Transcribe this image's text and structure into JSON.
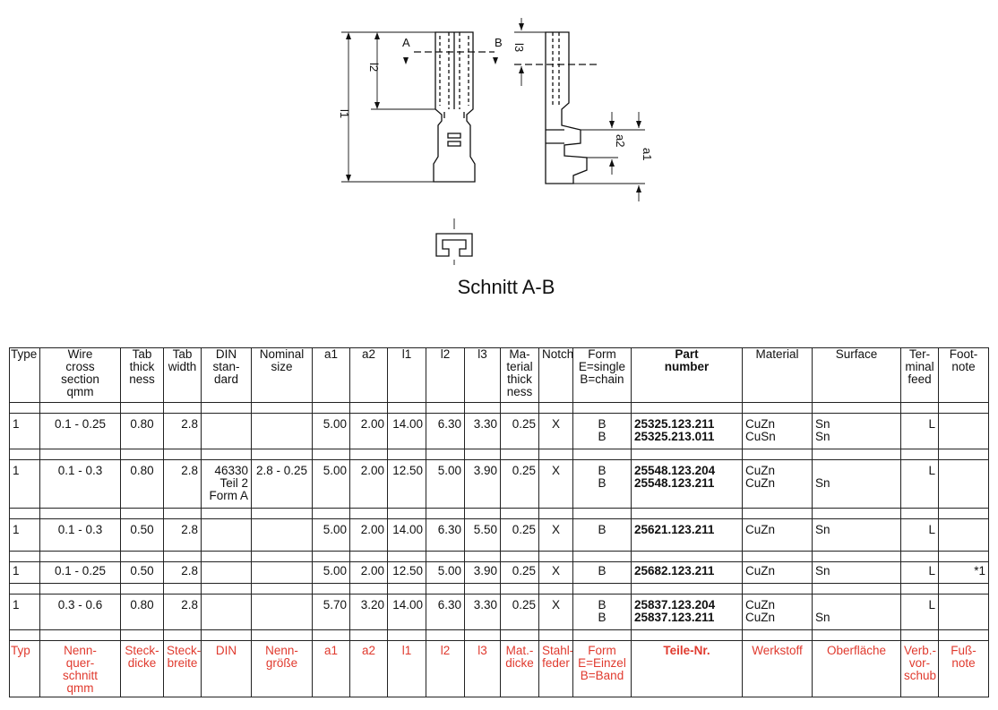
{
  "drawing": {
    "labels": {
      "A": "A",
      "B": "B",
      "l1": "l1",
      "l2": "l2",
      "l3": "l3",
      "a1": "a1",
      "a2": "a2"
    },
    "caption": "Schnitt A-B"
  },
  "table": {
    "header_en": [
      "Type",
      "Wire\ncross\nsection\nqmm",
      "Tab\nthick\nness",
      "Tab\nwidth",
      "DIN\nstan-\ndard",
      "Nominal\nsize",
      "a1",
      "a2",
      "l1",
      "l2",
      "l3",
      "Ma-\nterial\nthick\nness",
      "Notch",
      "Form\nE=single\nB=chain",
      "Part\nnumber",
      "Material",
      "Surface",
      "Ter-\nminal\nfeed",
      "Foot-\nnote"
    ],
    "header_de": [
      "Typ",
      "Nenn-\nquer-\nschnitt\nqmm",
      "Steck-\ndicke",
      "Steck-\nbreite",
      "DIN",
      "Nenn-\ngröße",
      "a1",
      "a2",
      "l1",
      "l2",
      "l3",
      "Mat.-\ndicke",
      "Stahl-\nfeder",
      "Form\nE=Einzel\nB=Band",
      "Teile-Nr.",
      "Werkstoff",
      "Oberfläche",
      "Verb.-\nvor-\nschub",
      "Fuß-\nnote"
    ],
    "rows": [
      {
        "type": "1",
        "wire": "0.1 - 0.25",
        "thick": "0.80",
        "width": "2.8",
        "din": "",
        "nominal": "",
        "a1": "5.00",
        "a2": "2.00",
        "l1": "14.00",
        "l2": "6.30",
        "l3": "3.30",
        "mat": "0.25",
        "notch": "X",
        "form": "B\nB",
        "part": "25325.123.211\n25325.213.011",
        "material": "CuZn\nCuSn",
        "surface": "Sn\nSn",
        "feed": "L",
        "foot": ""
      },
      {
        "type": "1",
        "wire": "0.1 - 0.3",
        "thick": "0.80",
        "width": "2.8",
        "din": "46330\nTeil 2\nForm A",
        "nominal": "2.8 - 0.25",
        "a1": "5.00",
        "a2": "2.00",
        "l1": "12.50",
        "l2": "5.00",
        "l3": "3.90",
        "mat": "0.25",
        "notch": "X",
        "form": "B\nB",
        "part": "25548.123.204\n25548.123.211",
        "material": "CuZn\nCuZn",
        "surface": "\nSn",
        "feed": "L",
        "foot": ""
      },
      {
        "type": "1",
        "wire": "0.1 - 0.3",
        "thick": "0.50",
        "width": "2.8",
        "din": "",
        "nominal": "",
        "a1": "5.00",
        "a2": "2.00",
        "l1": "14.00",
        "l2": "6.30",
        "l3": "5.50",
        "mat": "0.25",
        "notch": "X",
        "form": "B",
        "part": "25621.123.211",
        "material": "CuZn",
        "surface": "Sn",
        "feed": "L",
        "foot": ""
      },
      {
        "type": "1",
        "wire": "0.1 - 0.25",
        "thick": "0.50",
        "width": "2.8",
        "din": "",
        "nominal": "",
        "a1": "5.00",
        "a2": "2.00",
        "l1": "12.50",
        "l2": "5.00",
        "l3": "3.90",
        "mat": "0.25",
        "notch": "X",
        "form": "B",
        "part": "25682.123.211",
        "material": "CuZn",
        "surface": "Sn",
        "feed": "L",
        "foot": "*1"
      },
      {
        "type": "1",
        "wire": "0.3 - 0.6",
        "thick": "0.80",
        "width": "2.8",
        "din": "",
        "nominal": "",
        "a1": "5.70",
        "a2": "3.20",
        "l1": "14.00",
        "l2": "6.30",
        "l3": "3.30",
        "mat": "0.25",
        "notch": "X",
        "form": "B\nB",
        "part": "25837.123.204\n25837.123.211",
        "material": "CuZn\nCuZn",
        "surface": "\nSn",
        "feed": "L",
        "foot": ""
      }
    ]
  }
}
